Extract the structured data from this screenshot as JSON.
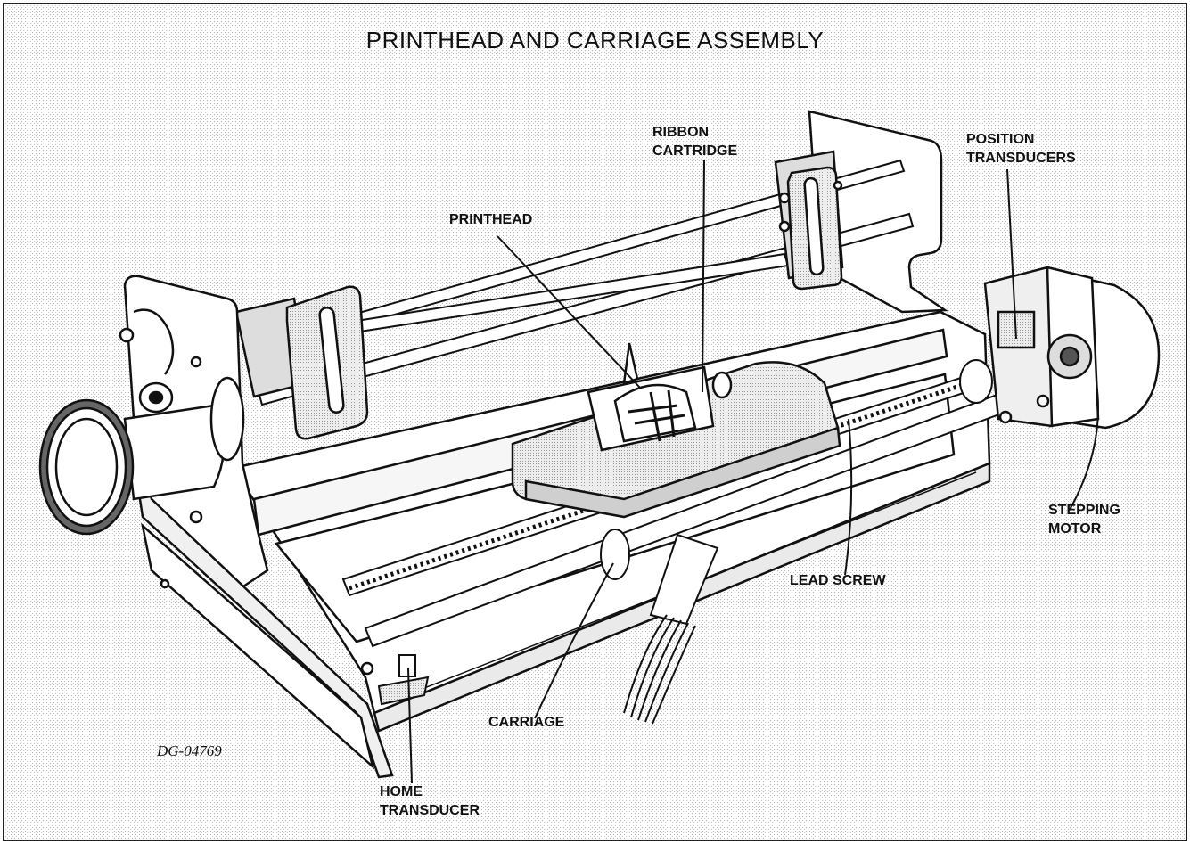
{
  "figure": {
    "title": "PRINTHEAD AND CARRIAGE ASSEMBLY",
    "drawing_number": "DG-04769"
  },
  "labels": {
    "ribbon_cartridge": "RIBBON\nCARTRIDGE",
    "position_transducers": "POSITION\nTRANSDUCERS",
    "printhead": "PRINTHEAD",
    "stepping_motor": "STEPPING\nMOTOR",
    "lead_screw": "LEAD SCREW",
    "carriage": "CARRIAGE",
    "home_transducer": "HOME\nTRANSDUCER"
  },
  "colors": {
    "background": "#ffffff",
    "hatch": "#d9d9d9",
    "ink": "#111111",
    "part_shade": "#e2e2e2",
    "part_light": "#f2f2f2"
  }
}
